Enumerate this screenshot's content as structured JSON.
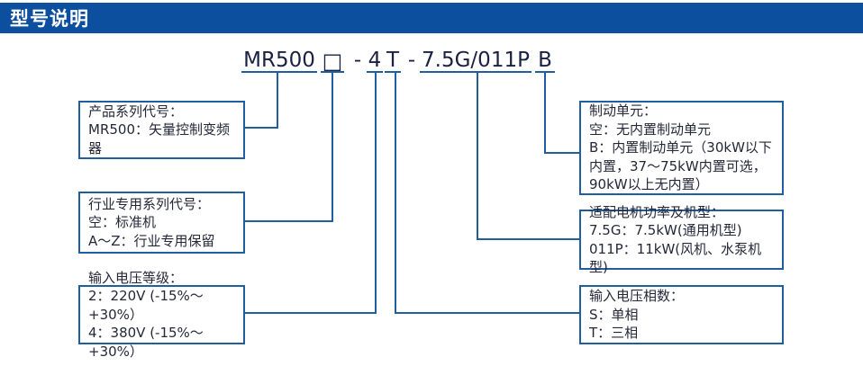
{
  "header": {
    "title": "型号说明"
  },
  "model": {
    "parts": [
      "MR500",
      "□",
      "-",
      "4",
      "T",
      "-",
      "7.5G/011P",
      "B"
    ]
  },
  "boxes": {
    "left": [
      {
        "id": "product-series",
        "lines": [
          "产品系列代号：",
          "MR500：矢量控制变频器"
        ]
      },
      {
        "id": "industry-series",
        "lines": [
          "行业专用系列代号：",
          "空：标准机",
          "A～Z：行业专用保留"
        ]
      },
      {
        "id": "input-voltage-level",
        "lines": [
          "输入电压等级：",
          "2：220V (-15%～+30%）",
          "4：380V (-15%～+30%）"
        ]
      }
    ],
    "right": [
      {
        "id": "brake-unit",
        "lines": [
          "制动单元：",
          "空：无内置制动单元",
          "B：内置制动单元（30kW以下内置，37～75kW内置可选，90kW以上无内置）"
        ]
      },
      {
        "id": "motor-power",
        "lines": [
          "适配电机功率及机型：",
          "7.5G：7.5kW(通用机型)",
          "011P：11kW(风机、水泵机型)"
        ]
      },
      {
        "id": "input-phase",
        "lines": [
          "输入电压相数：",
          "S：单相",
          "T：三相"
        ]
      }
    ]
  },
  "colors": {
    "header_bg": "#0d4f9f",
    "line_blue": "#1f5fa0",
    "text_dark": "#26283a",
    "model_text": "#1b2142",
    "header_text": "#ffffff"
  }
}
